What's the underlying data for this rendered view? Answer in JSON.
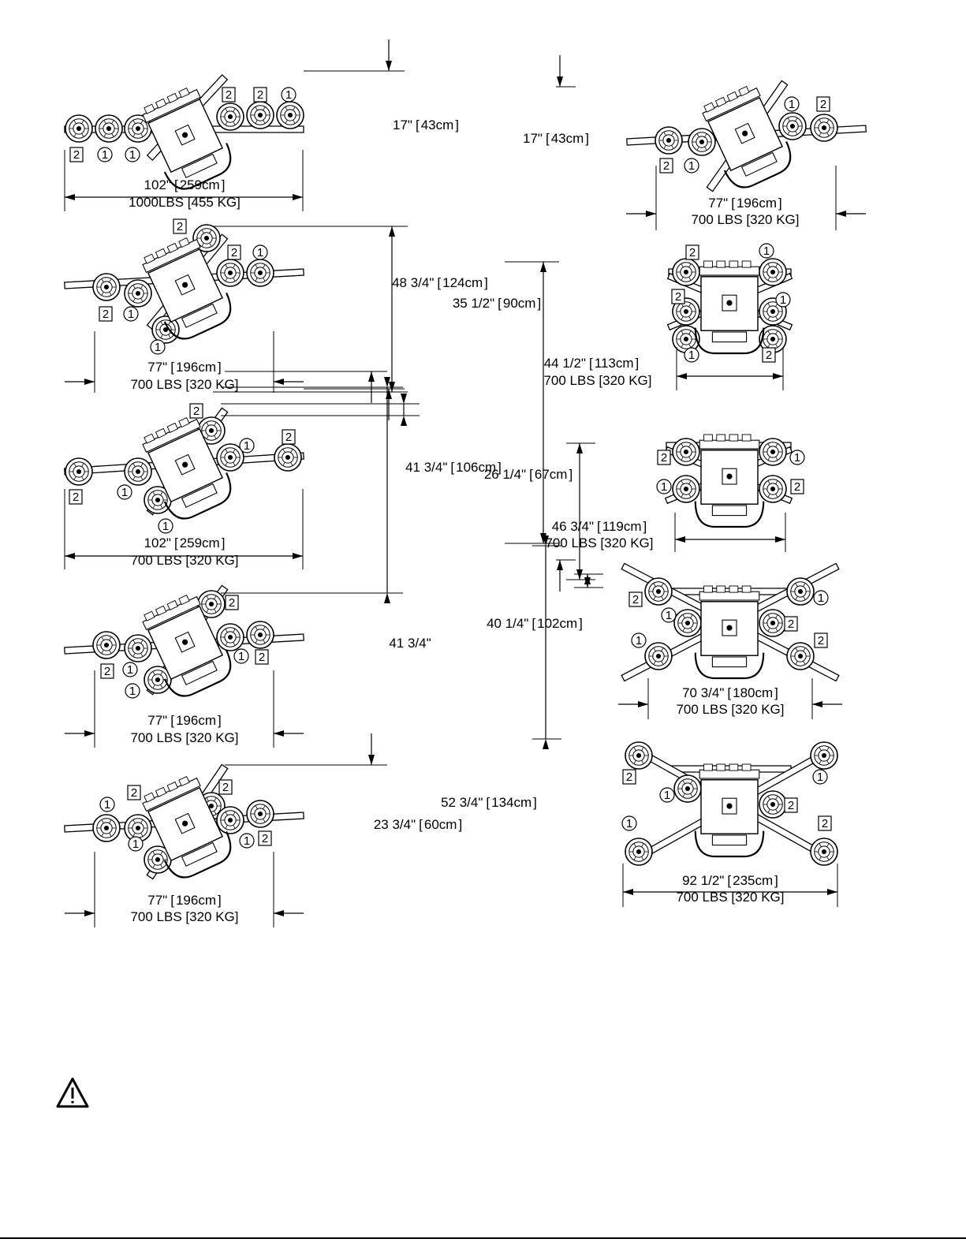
{
  "views": [
    {
      "w": "102\"",
      "wc": "259cm",
      "weight": "1000LBS [455 KG]",
      "h": "17\"",
      "hc": "43cm",
      "side": "right",
      "marks": [
        [
          "2",
          "sq"
        ],
        [
          "2",
          "sq"
        ],
        [
          "1",
          "ci"
        ],
        [
          "2",
          "sq"
        ],
        [
          "1",
          "ci"
        ],
        [
          "1",
          "ci"
        ]
      ]
    },
    {
      "w": "77\"",
      "wc": "196cm",
      "weight": "700 LBS [320 KG]",
      "h": "48 3/4\"",
      "hc": "124cm",
      "side": "right",
      "marks": [
        [
          "2",
          "sq"
        ],
        [
          "2",
          "sq"
        ],
        [
          "1",
          "ci"
        ],
        [
          "2",
          "sq"
        ],
        [
          "1",
          "ci"
        ],
        [
          "1",
          "ci"
        ]
      ]
    },
    {
      "w": "102\"",
      "wc": "259cm",
      "weight": "700 LBS [320 KG]",
      "h": "41 3/4\"",
      "hc": "106cm",
      "side": "right",
      "marks": [
        [
          "2",
          "sq"
        ],
        [
          "1",
          "ci"
        ],
        [
          "2",
          "sq"
        ],
        [
          "2",
          "sq"
        ],
        [
          "1",
          "ci"
        ],
        [
          "1",
          "ci"
        ]
      ]
    },
    {
      "w": "77\"",
      "wc": "196cm",
      "weight": "700 LBS [320 KG]",
      "h": "41 3/4\"",
      "hc": "",
      "side": "right",
      "marks": [
        [
          "2",
          "sq"
        ],
        [
          "1",
          "ci"
        ],
        [
          "2",
          "sq"
        ],
        [
          "2",
          "sq"
        ],
        [
          "1",
          "ci"
        ],
        [
          "1",
          "ci"
        ]
      ]
    },
    {
      "w": "77\"",
      "wc": "196cm",
      "weight": "700 LBS [320 KG]",
      "h": "23 3/4\"",
      "hc": "60cm",
      "side": "right",
      "marks": [
        [
          "2",
          "sq"
        ],
        [
          "2",
          "sq"
        ],
        [
          "1",
          "ci"
        ],
        [
          "1",
          "ci"
        ],
        [
          "1",
          "ci"
        ],
        [
          "2",
          "sq"
        ]
      ]
    },
    {
      "w": "77\"",
      "wc": "196cm",
      "weight": "700 LBS [320 KG]",
      "h": "17\"",
      "hc": "43cm",
      "side": "left",
      "marks": [
        [
          "1",
          "ci"
        ],
        [
          "2",
          "sq"
        ],
        [
          "2",
          "sq"
        ],
        [
          "1",
          "ci"
        ]
      ]
    },
    {
      "w": "44 1/2\"",
      "wc": "113cm",
      "weight": "700 LBS [320 KG]",
      "h": "35 1/2\"",
      "hc": "90cm",
      "side": "left",
      "marks": [
        [
          "2",
          "sq"
        ],
        [
          "1",
          "ci"
        ],
        [
          "2",
          "sq"
        ],
        [
          "1",
          "ci"
        ],
        [
          "1",
          "ci"
        ],
        [
          "2",
          "sq"
        ]
      ]
    },
    {
      "w": "46 3/4\"",
      "wc": "119cm",
      "weight": "700 LBS [320 KG]",
      "h": "26 1/4\"",
      "hc": "67cm",
      "side": "left",
      "marks": [
        [
          "2",
          "sq"
        ],
        [
          "1",
          "ci"
        ],
        [
          "1",
          "ci"
        ],
        [
          "2",
          "sq"
        ]
      ]
    },
    {
      "w": "70 3/4\"",
      "wc": "180cm",
      "weight": "700 LBS [320 KG]",
      "h": "40 1/4\"",
      "hc": "102cm",
      "side": "left",
      "marks": [
        [
          "2",
          "sq"
        ],
        [
          "1",
          "ci"
        ],
        [
          "1",
          "ci"
        ],
        [
          "2",
          "sq"
        ],
        [
          "1",
          "ci"
        ],
        [
          "2",
          "sq"
        ]
      ]
    },
    {
      "w": "92 1/2\"",
      "wc": "235cm",
      "weight": "700 LBS [320 KG]",
      "h": "52 3/4\"",
      "hc": "134cm",
      "side": "left",
      "marks": [
        [
          "2",
          "sq"
        ],
        [
          "1",
          "ci"
        ],
        [
          "1",
          "ci"
        ],
        [
          "2",
          "sq"
        ],
        [
          "1",
          "ci"
        ],
        [
          "2",
          "sq"
        ]
      ]
    }
  ]
}
